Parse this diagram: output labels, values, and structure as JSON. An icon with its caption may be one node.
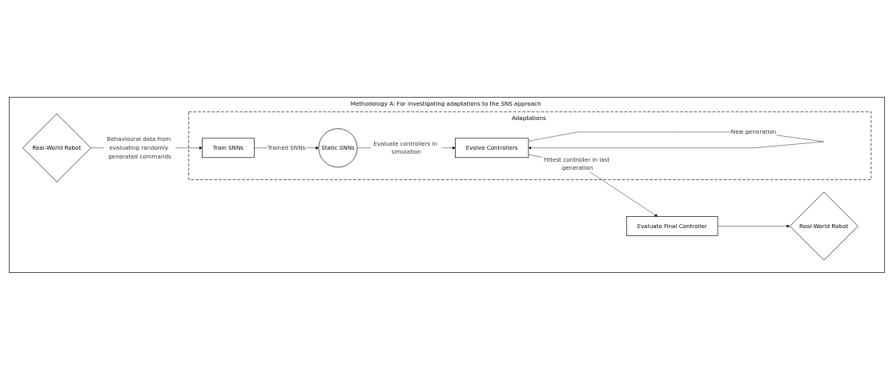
{
  "diagram": {
    "nodes": [
      {
        "text": [
          "Methodology A: For investigating adaptations to the SNS approach"
        ]
      },
      {
        "text": [
          "Adaptations"
        ],
        "in": 0
      },
      {
        "text": [
          "Train SNNs"
        ],
        "in": 1
      },
      {
        "text": [
          "Static SNNs"
        ],
        "in": 1
      },
      {
        "text": [
          "Evolve Controllers"
        ],
        "in": 1
      },
      {
        "text": [
          "Evaluate Final Controller"
        ],
        "in": 0
      },
      {
        "text": [
          "Real-World Robot"
        ],
        "in": 0
      },
      {
        "text": [
          "Real-World Robot"
        ],
        "in": 0
      }
    ],
    "edges": [
      {
        "from": 2,
        "to": 3,
        "arrow": "to",
        "label": "Trained SNNs"
      },
      {
        "from": 3,
        "to": 4,
        "arrow": "to",
        "label": "Evaluate controllers in simulation"
      },
      {
        "from": 4,
        "to": 4,
        "arrow": "to",
        "label": "New generation"
      },
      {
        "from": 4,
        "to": 5,
        "arrow": "to",
        "label": "Fittest controller in last generation"
      },
      {
        "from": 6,
        "to": 2,
        "arrow": "to",
        "label": "Behavioural data from evaluating randomly generated commands"
      },
      {
        "from": 5,
        "to": 7,
        "arrow": "to"
      }
    ]
  }
}
